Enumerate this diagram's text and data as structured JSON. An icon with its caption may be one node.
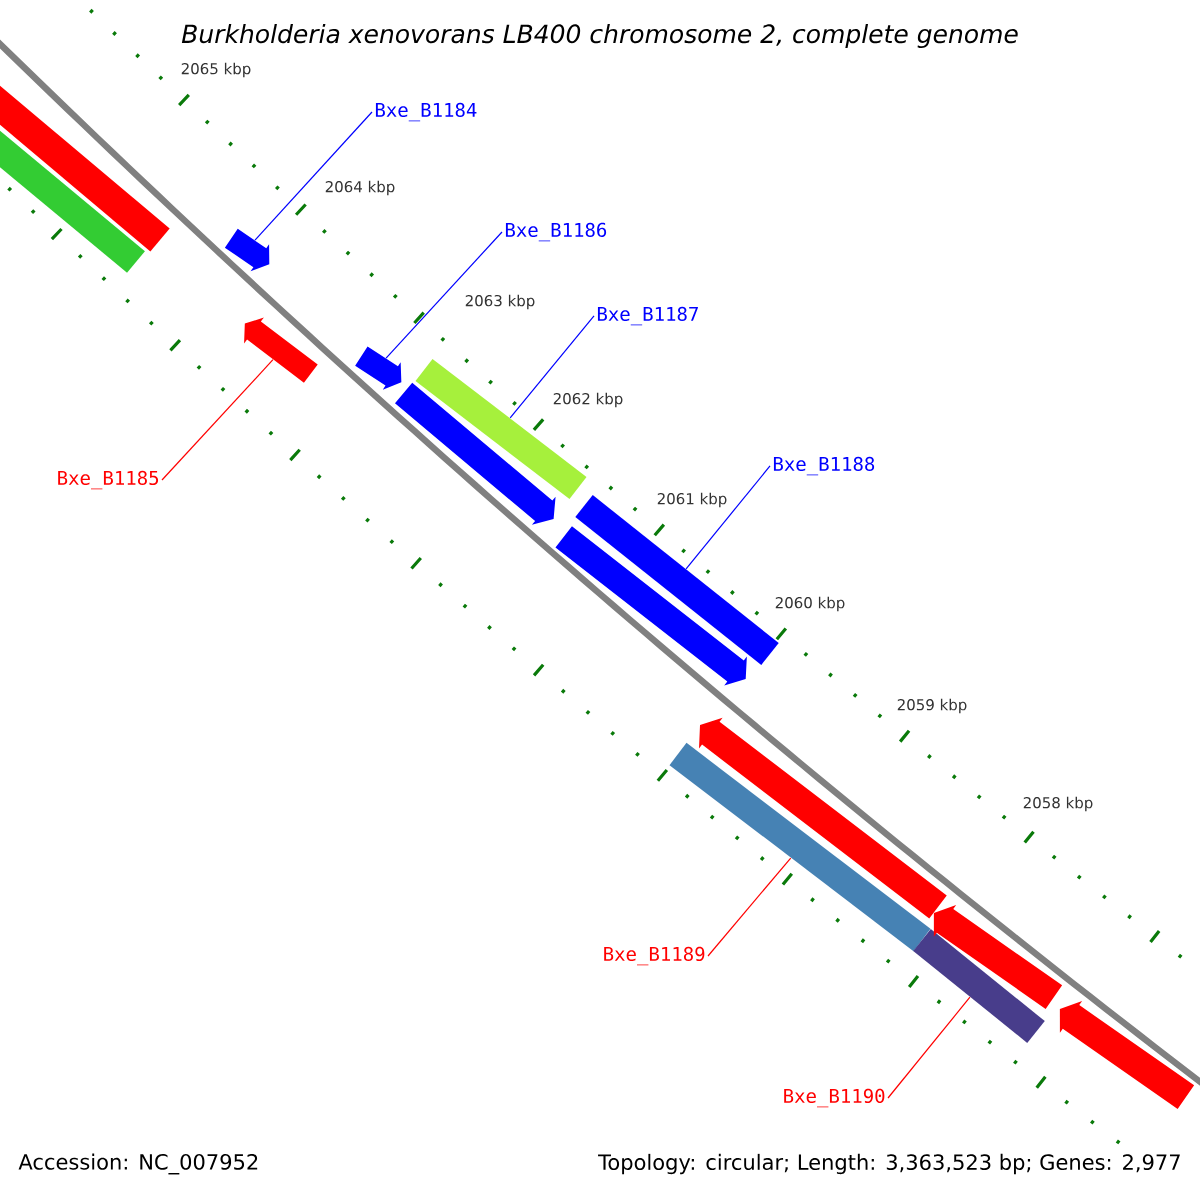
{
  "diagram": {
    "title": "Burkholderia xenovorans LB400 chromosome 2, complete genome",
    "nodes": [
      {
        "text": [],
        "shape": "bar"
      },
      {
        "text": [],
        "shape": "bar"
      },
      {
        "text": [],
        "shape": "pentagon"
      },
      {
        "text": [],
        "shape": "pentagon"
      },
      {
        "text": [],
        "shape": "pentagon"
      },
      {
        "text": [],
        "shape": "pentagon"
      },
      {
        "text": [],
        "shape": "bar"
      },
      {
        "text": [],
        "shape": "bar"
      },
      {
        "text": [],
        "shape": "pentagon"
      },
      {
        "text": [],
        "shape": "pentagon"
      },
      {
        "text": [],
        "shape": "bar"
      },
      {
        "text": [],
        "shape": "bar"
      },
      {
        "text": [],
        "shape": "pentagon"
      },
      {
        "text": [],
        "shape": "pentagon"
      },
      {
        "text": [
          "Bxe_B1184"
        ]
      },
      {
        "text": [
          "Bxe_B1186"
        ]
      },
      {
        "text": [
          "Bxe_B1187"
        ]
      },
      {
        "text": [
          "Bxe_B1188"
        ]
      },
      {
        "text": [
          "Bxe_B1185"
        ]
      },
      {
        "text": [
          "Bxe_B1189"
        ]
      },
      {
        "text": [
          "Bxe_B1190"
        ]
      }
    ],
    "edges": [
      {
        "from": 14,
        "to": 2,
        "arrow": "none"
      },
      {
        "from": 15,
        "to": 4,
        "arrow": "none"
      },
      {
        "from": 16,
        "to": 6,
        "arrow": "none"
      },
      {
        "from": 17,
        "to": 7,
        "arrow": "none"
      },
      {
        "from": 18,
        "to": 3,
        "arrow": "none",
        "color": "#ff0000"
      },
      {
        "from": 19,
        "to": 10,
        "arrow": "none",
        "color": "#ff0000"
      },
      {
        "from": 20,
        "to": 11,
        "arrow": "none",
        "color": "#ff0000"
      }
    ],
    "labels": [
      "2065 kbp",
      "2064 kbp",
      "2063 kbp",
      "2062 kbp",
      "2061 kbp",
      "2060 kbp",
      "2059 kbp",
      "2058 kbp",
      "Accession: NC_007952",
      "Topology: circular; Length: 3,363,523 bp; Genes: 2,977"
    ]
  }
}
